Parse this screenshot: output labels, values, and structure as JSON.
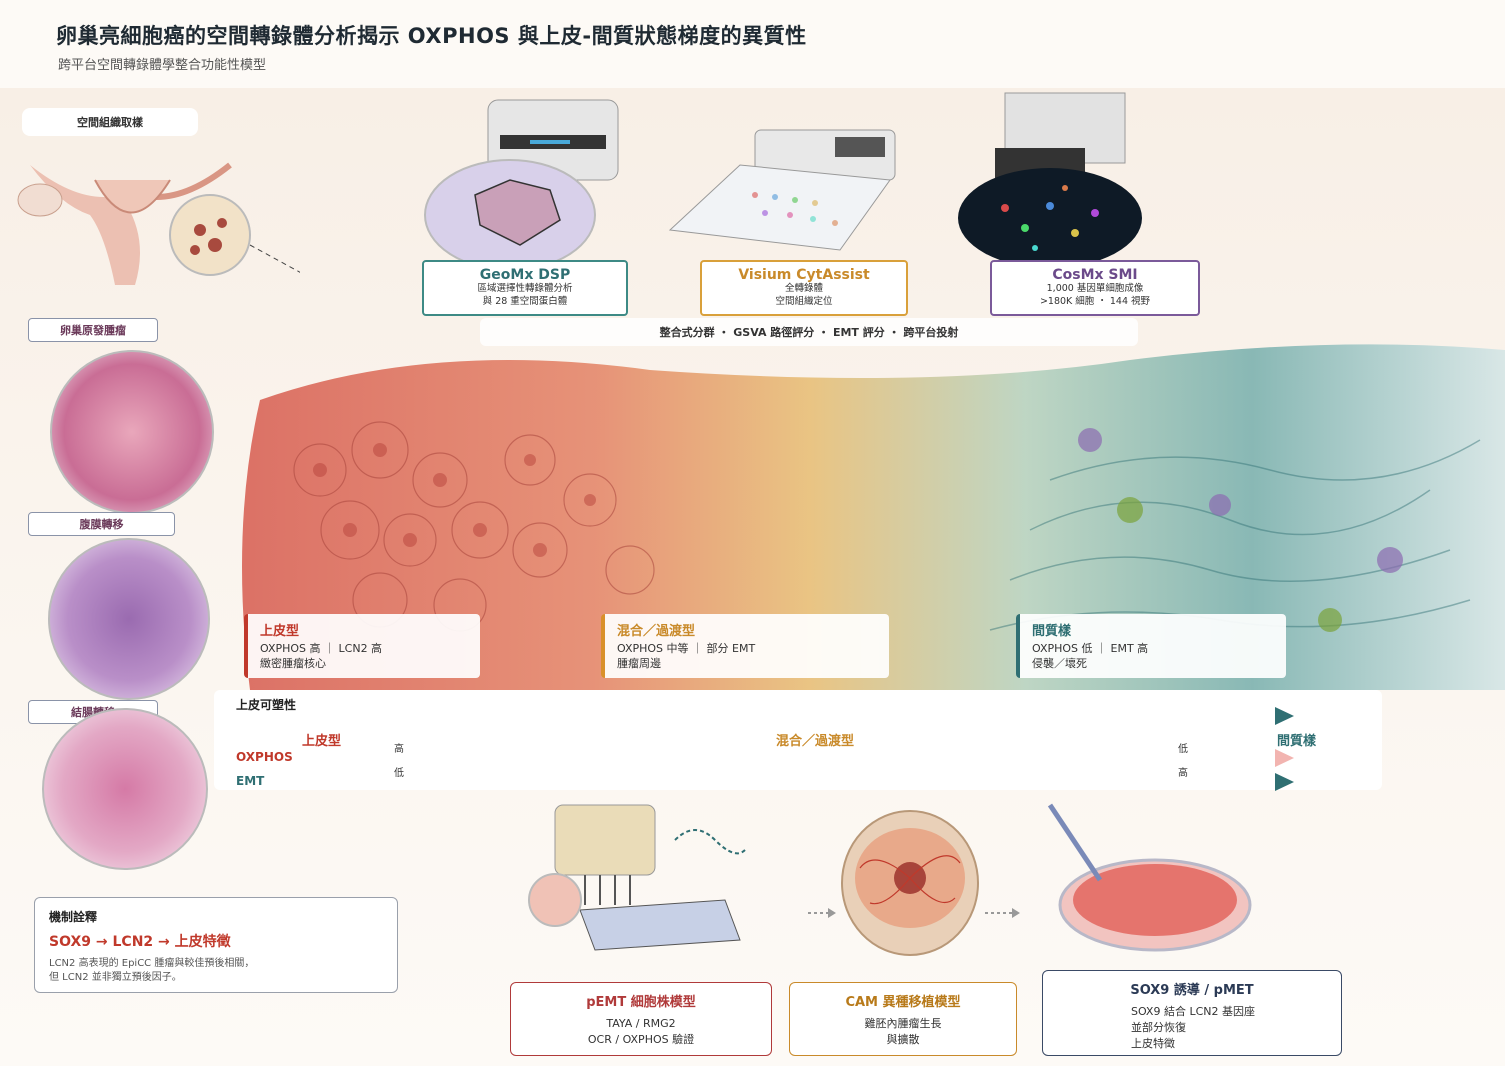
{
  "header": {
    "title": "卵巢亮細胞癌的空間轉錄體分析揭示 OXPHOS 與上皮-間質狀態梯度的異質性",
    "subtitle": "跨平台空間轉錄體學整合功能性模型"
  },
  "sampling": {
    "label": "空間組織取樣",
    "sites": [
      "卵巢原發腫瘤",
      "腹膜轉移",
      "結腸轉移"
    ]
  },
  "platforms": [
    {
      "name": "GeoMx DSP",
      "lines": [
        "區域選擇性轉錄體分析",
        "與 28 重空間蛋白體"
      ],
      "color": "#3d8a85"
    },
    {
      "name": "Visium CytAssist",
      "lines": [
        "全轉錄體",
        "空間組織定位"
      ],
      "color": "#d9a03a"
    },
    {
      "name": "CosMx SMI",
      "lines": [
        "1,000 基因單細胞成像",
        ">180K 細胞 ・ 144 視野"
      ],
      "color": "#7b5a9a"
    }
  ],
  "analysis_band": "整合式分群 ・ GSVA 路徑評分 ・ EMT 評分 ・ 跨平台投射",
  "states": [
    {
      "name": "上皮型",
      "lines": [
        "OXPHOS 高 ｜ LCN2 高",
        "緻密腫瘤核心"
      ],
      "color": "#c0392b"
    },
    {
      "name": "混合／過渡型",
      "lines": [
        "OXPHOS 中等 ｜ 部分 EMT",
        "腫瘤周邊"
      ],
      "color": "#d9902a"
    },
    {
      "name": "間質樣",
      "lines": [
        "OXPHOS 低 ｜ EMT 高",
        "侵襲／壞死"
      ],
      "color": "#2f6f73"
    }
  ],
  "gradient": {
    "title": "上皮可塑性",
    "left": "上皮型",
    "middle": "混合／過渡型",
    "right": "間質樣",
    "oxphos_label": "OXPHOS",
    "oxphos_left": "高",
    "oxphos_right": "低",
    "emt_label": "EMT",
    "emt_left": "低",
    "emt_right": "高"
  },
  "mechanism": {
    "title": "機制詮釋",
    "pathway": "SOX9 → LCN2 → 上皮特徵",
    "note_lines": [
      "LCN2 高表現的 EpiCC 腫瘤與較佳預後相關，",
      "但 LCN2 並非獨立預後因子。"
    ]
  },
  "models": [
    {
      "name": "pEMT 細胞株模型",
      "lines": [
        "TAYA / RMG2",
        "OCR / OXPHOS 驗證"
      ],
      "color": "#b03a3a"
    },
    {
      "name": "CAM 異種移植模型",
      "lines": [
        "雞胚內腫瘤生長",
        "與擴散"
      ],
      "color": "#c98a2a"
    },
    {
      "name": "SOX9 誘導 / pMET",
      "lines": [
        "SOX9 結合 LCN2 基因座",
        "並部分恢復",
        "上皮特徵"
      ],
      "color": "#3a4a66"
    }
  ],
  "colors": {
    "epithelial": "#c0392b",
    "mixed": "#d9902a",
    "mesenchymal": "#2f6f73"
  }
}
